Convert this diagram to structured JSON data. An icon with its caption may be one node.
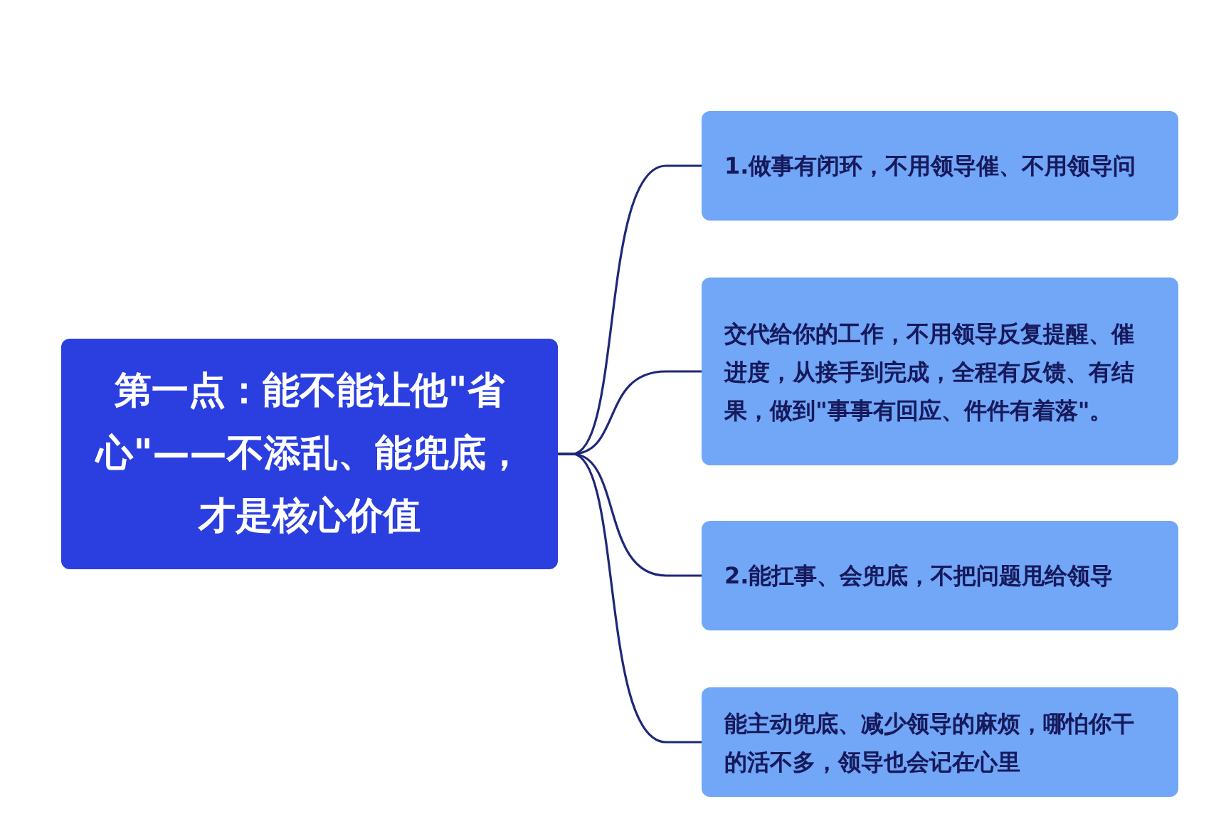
{
  "diagram": {
    "nodes": [
      {
        "text": [
          "第一点：能不能让他\"省心\"——不添乱、能兜底，才是核心价值"
        ]
      },
      {
        "text": [
          "1.做事有闭环，不用领导催、不用领导问"
        ]
      },
      {
        "text": [
          "交代给你的工作，不用领导反复提醒、催进度，从接手到完成，全程有反馈、有结果，做到\"事事有回应、件件有着落\"。"
        ]
      },
      {
        "text": [
          "2.能扛事、会兜底，不把问题甩给领导"
        ]
      },
      {
        "text": [
          "能主动兜底、减少领导的麻烦，哪怕你干的活不多，领导也会记在心里"
        ]
      }
    ],
    "edges": [
      {
        "from": 0,
        "to": 1,
        "arrow": "none"
      },
      {
        "from": 0,
        "to": 2,
        "arrow": "none"
      },
      {
        "from": 0,
        "to": 3,
        "arrow": "none"
      },
      {
        "from": 0,
        "to": 4,
        "arrow": "none"
      }
    ]
  }
}
